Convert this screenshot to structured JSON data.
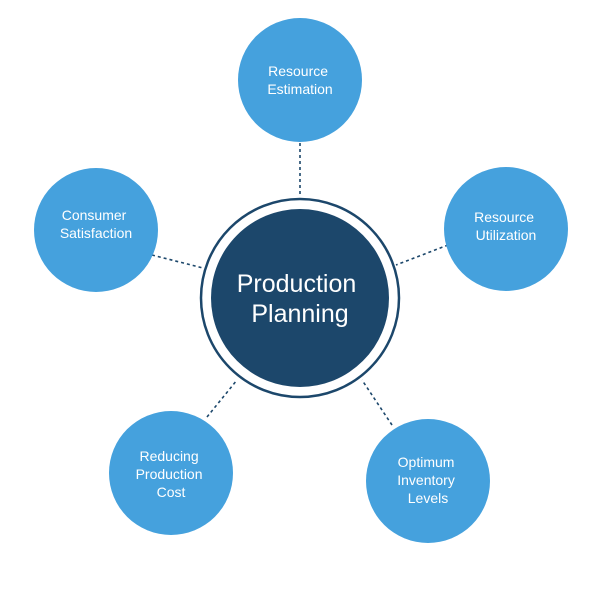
{
  "colors": {
    "center_fill": "#1c476b",
    "center_ring": "#1c476b",
    "node_fill": "#45a1dd",
    "connector": "#1c476b",
    "label_text": "#ffffff",
    "background": "#ffffff"
  },
  "center": {
    "lines": [
      "Production",
      "Planning"
    ]
  },
  "nodes": [
    {
      "id": "resource-estimation",
      "lines": [
        "Resource",
        "Estimation"
      ]
    },
    {
      "id": "resource-utilization",
      "lines": [
        "Resource",
        "Utilization"
      ]
    },
    {
      "id": "optimum-inventory-levels",
      "lines": [
        "Optimum",
        "Inventory",
        "Levels"
      ]
    },
    {
      "id": "reducing-production-cost",
      "lines": [
        "Reducing",
        "Production",
        "Cost"
      ]
    },
    {
      "id": "consumer-satisfaction",
      "lines": [
        "Consumer",
        "Satisfaction"
      ]
    }
  ]
}
